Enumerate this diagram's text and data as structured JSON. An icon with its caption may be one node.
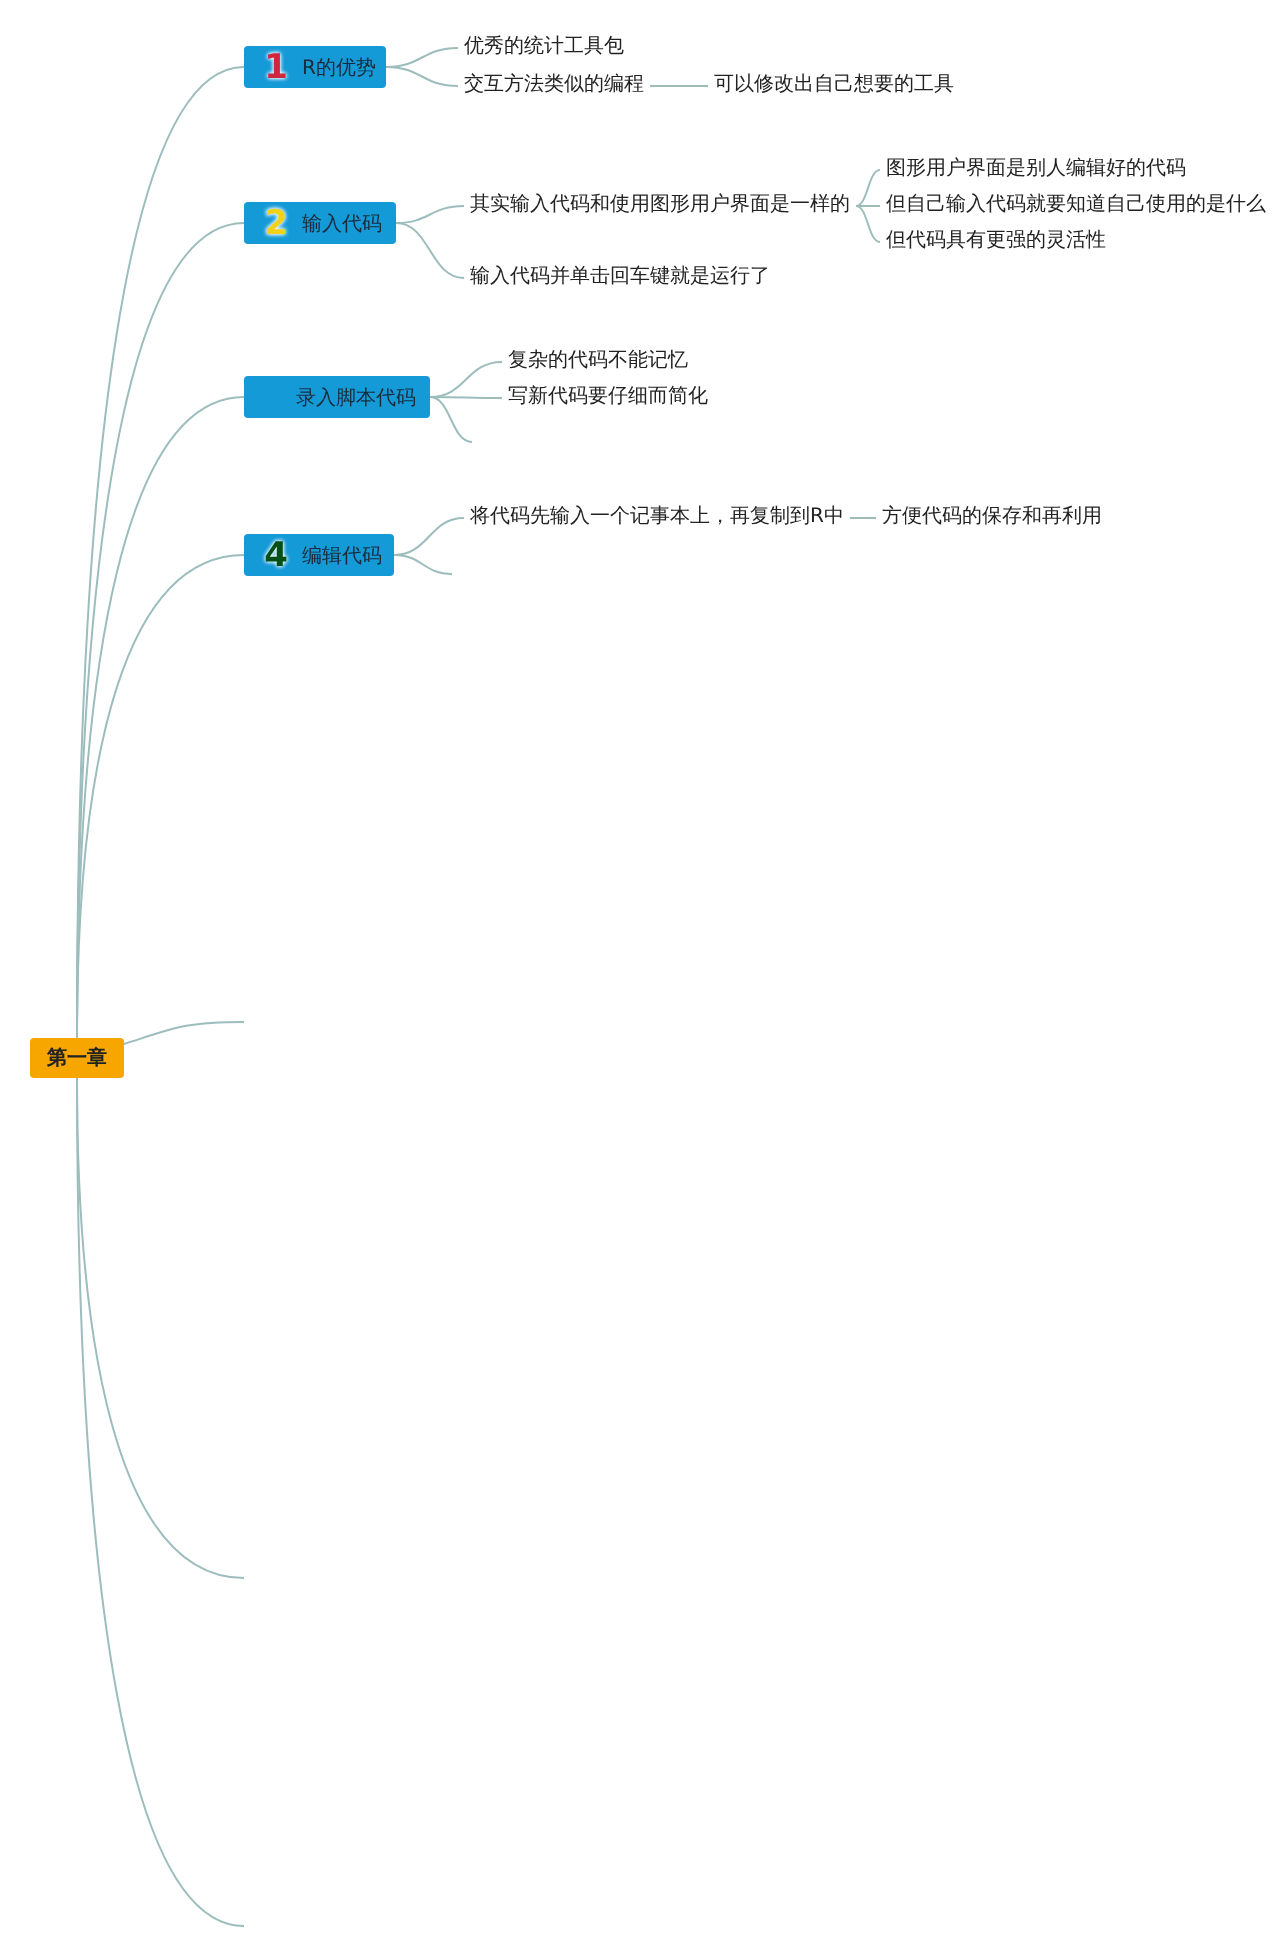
{
  "diagram": {
    "nodes": [
      {
        "text": [
          "第一章"
        ]
      },
      {
        "text": [
          "1",
          "R的优势"
        ]
      },
      {
        "text": [
          "优秀的统计工具包"
        ]
      },
      {
        "text": [
          "交互方法类似的编程"
        ]
      },
      {
        "text": [
          "可以修改出自己想要的工具"
        ]
      },
      {
        "text": [
          "2",
          "输入代码"
        ]
      },
      {
        "text": [
          "其实输入代码和使用图形用户界面是一样的"
        ]
      },
      {
        "text": [
          "图形用户界面是别人编辑好的代码"
        ]
      },
      {
        "text": [
          "但自己输入代码就要知道自己使用的是什么"
        ]
      },
      {
        "text": [
          "但代码具有更强的灵活性"
        ]
      },
      {
        "text": [
          "输入代码并单击回车键就是运行了"
        ]
      },
      {
        "text": [
          "录入脚本代码"
        ]
      },
      {
        "text": [
          "复杂的代码不能记忆"
        ]
      },
      {
        "text": [
          "写新代码要仔细而简化"
        ]
      },
      {
        "text": [
          "4",
          "编辑代码"
        ]
      },
      {
        "text": [
          "将代码先输入一个记事本上，再复制到R中"
        ]
      },
      {
        "text": [
          "方便代码的保存和再利用"
        ]
      }
    ],
    "edges": [
      {
        "from": 0,
        "to": 1,
        "arrow": "none"
      },
      {
        "from": 0,
        "to": 5,
        "arrow": "none"
      },
      {
        "from": 0,
        "to": 11,
        "arrow": "none"
      },
      {
        "from": 0,
        "to": 14,
        "arrow": "none"
      },
      {
        "from": 0,
        "to": null,
        "arrow": "none"
      },
      {
        "from": 0,
        "to": null,
        "arrow": "none"
      },
      {
        "from": 0,
        "to": null,
        "arrow": "none"
      },
      {
        "from": 1,
        "to": 2,
        "arrow": "none"
      },
      {
        "from": 1,
        "to": 3,
        "arrow": "none"
      },
      {
        "from": 3,
        "to": 4,
        "arrow": "none"
      },
      {
        "from": 5,
        "to": 6,
        "arrow": "none"
      },
      {
        "from": 5,
        "to": 10,
        "arrow": "none"
      },
      {
        "from": 6,
        "to": 7,
        "arrow": "none"
      },
      {
        "from": 6,
        "to": 8,
        "arrow": "none"
      },
      {
        "from": 6,
        "to": 9,
        "arrow": "none"
      },
      {
        "from": 11,
        "to": 12,
        "arrow": "none"
      },
      {
        "from": 11,
        "to": 13,
        "arrow": "none"
      },
      {
        "from": 11,
        "to": null,
        "arrow": "none"
      },
      {
        "from": 14,
        "to": 15,
        "arrow": "none"
      },
      {
        "from": 14,
        "to": null,
        "arrow": "none"
      },
      {
        "from": 15,
        "to": 16,
        "arrow": "none"
      }
    ]
  }
}
